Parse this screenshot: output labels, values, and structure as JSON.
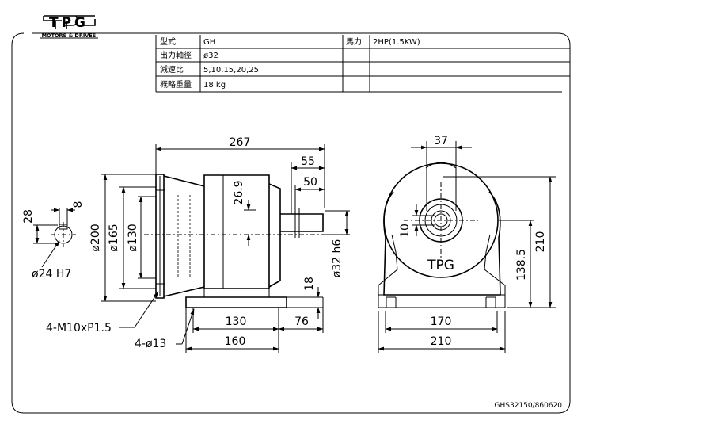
{
  "logo": {
    "brand": "TPG",
    "tagline": "MOTORS & DRIVES"
  },
  "spec_table": {
    "rows": [
      {
        "label": "型式",
        "value": "GH"
      },
      {
        "label": "出力軸徑",
        "value": "ø32"
      },
      {
        "label": "減速比",
        "value": "5,10,15,20,25"
      },
      {
        "label": "概略重量",
        "value": "18 kg"
      }
    ],
    "power_label": "馬力",
    "power_value": "2HP(1.5KW)"
  },
  "side_view": {
    "overall_length": "267",
    "dim_55": "55",
    "dim_50": "50",
    "dim_26_9": "26.9",
    "dia_200": "ø200",
    "dia_165": "ø165",
    "dia_130": "ø130",
    "shaft_dia": "ø32 h6",
    "height_18": "18",
    "base_130": "130",
    "base_76": "76",
    "base_160": "160",
    "bolt_flange": "4-M10xP1.5",
    "bolt_base": "4-ø13"
  },
  "keyway_detail": {
    "dim_8": "8",
    "dim_28": "28",
    "bore": "ø24 H7"
  },
  "front_view": {
    "dim_37": "37",
    "dim_10": "10",
    "height_210": "210",
    "height_138_5": "138.5",
    "width_170": "170",
    "width_210": "210",
    "label": "TPG"
  },
  "drawing_number": "GHS32150/860620"
}
